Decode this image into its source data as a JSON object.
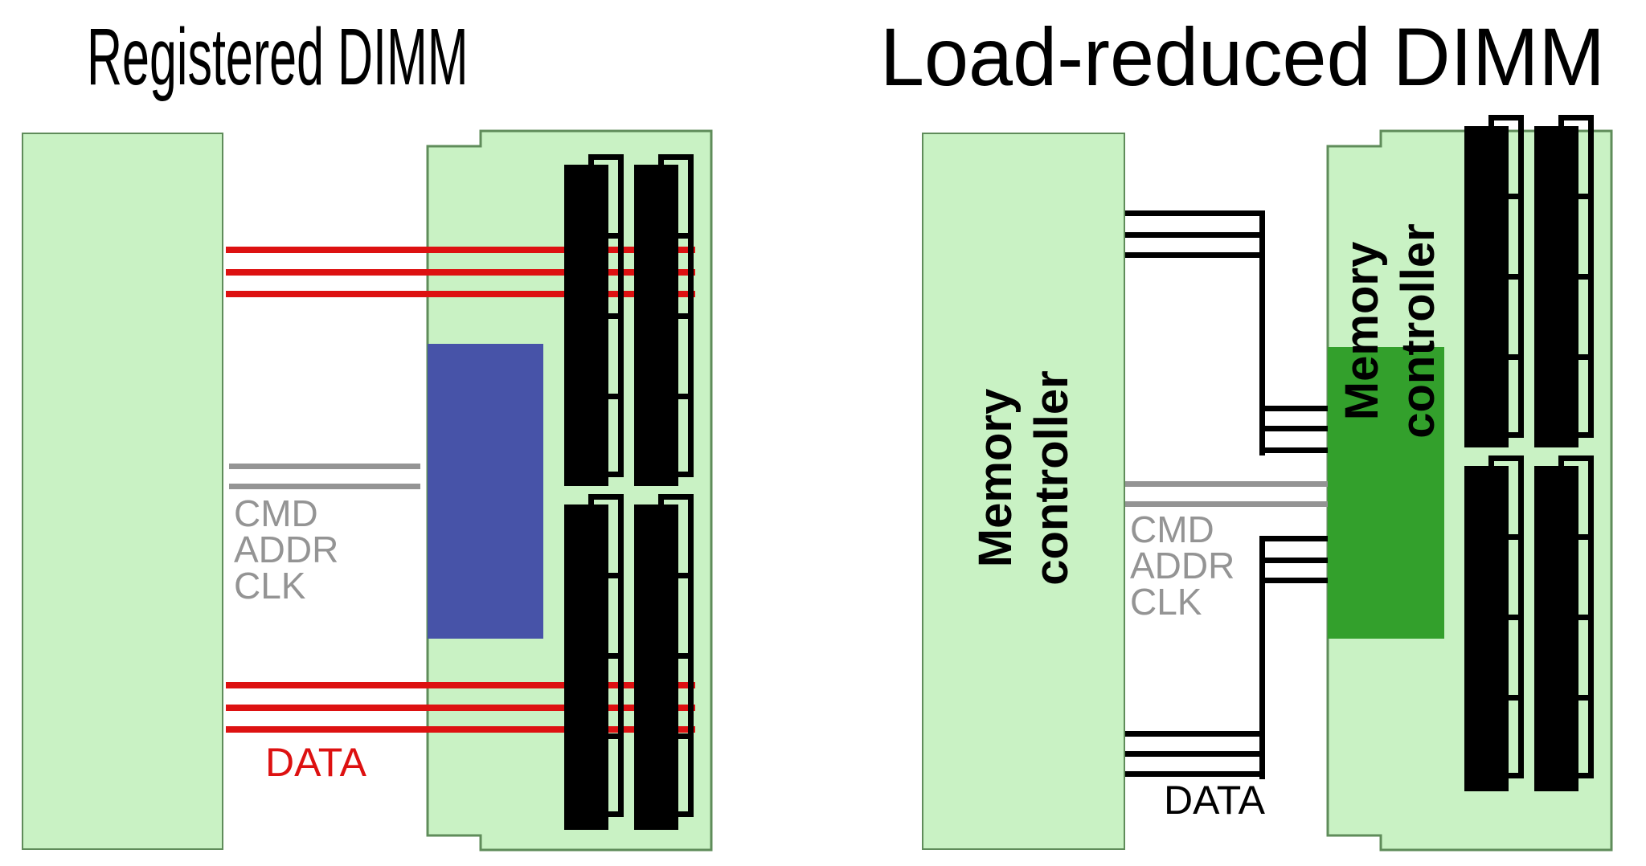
{
  "colors": {
    "board_green": "#c9f2c4",
    "board_border": "#5f8c5a",
    "register_blue": "#4753a8",
    "buffer_green": "#33a02c",
    "data_red": "#dd1111",
    "signal_gray": "#949494",
    "line_black": "#000000",
    "background": "#ffffff"
  },
  "left_panel": {
    "title": "Registered DIMM",
    "signal_labels": {
      "cmd": "CMD",
      "addr": "ADDR",
      "clk": "CLK"
    },
    "data_label": "DATA"
  },
  "right_panel": {
    "title": "Load-reduced DIMM",
    "memory_controller_label": {
      "line1": "Memory",
      "line2": "controller"
    },
    "buffer_label": {
      "line1": "Memory",
      "line2": "controller"
    },
    "signal_labels": {
      "cmd": "CMD",
      "addr": "ADDR",
      "clk": "CLK"
    },
    "data_label": "DATA"
  }
}
